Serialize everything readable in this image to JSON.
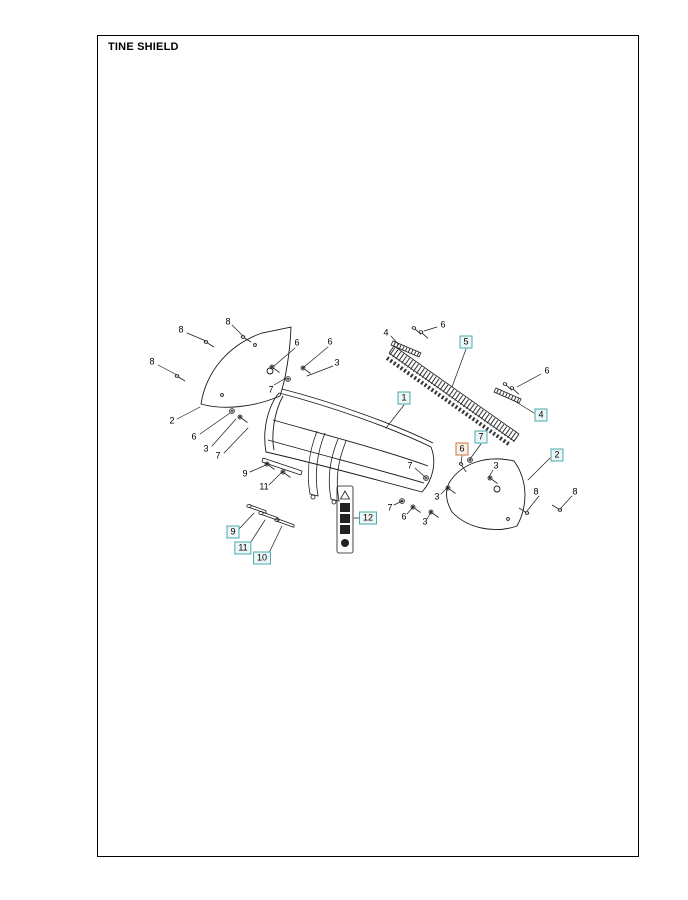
{
  "page": {
    "title": "TINE SHIELD"
  },
  "diagram": {
    "kind": "exploded-parts-diagram",
    "colors": {
      "highlight_teal": "#4aabab",
      "highlight_orange": "#c8763c",
      "line": "#1a1a1a"
    },
    "callouts": [
      {
        "text": "8",
        "style": "plain"
      },
      {
        "text": "8",
        "style": "plain"
      },
      {
        "text": "8",
        "style": "plain"
      },
      {
        "text": "2",
        "style": "plain"
      },
      {
        "text": "6",
        "style": "plain"
      },
      {
        "text": "3",
        "style": "plain"
      },
      {
        "text": "7",
        "style": "plain"
      },
      {
        "text": "6",
        "style": "plain"
      },
      {
        "text": "6",
        "style": "plain"
      },
      {
        "text": "3",
        "style": "plain"
      },
      {
        "text": "7",
        "style": "plain"
      },
      {
        "text": "4",
        "style": "plain"
      },
      {
        "text": "6",
        "style": "plain"
      },
      {
        "text": "5",
        "style": "teal"
      },
      {
        "text": "6",
        "style": "plain"
      },
      {
        "text": "4",
        "style": "teal"
      },
      {
        "text": "1",
        "style": "teal"
      },
      {
        "text": "7",
        "style": "teal"
      },
      {
        "text": "6",
        "style": "orange"
      },
      {
        "text": "3",
        "style": "plain"
      },
      {
        "text": "2",
        "style": "teal"
      },
      {
        "text": "7",
        "style": "plain"
      },
      {
        "text": "3",
        "style": "plain"
      },
      {
        "text": "8",
        "style": "plain"
      },
      {
        "text": "8",
        "style": "plain"
      },
      {
        "text": "7",
        "style": "plain"
      },
      {
        "text": "6",
        "style": "plain"
      },
      {
        "text": "3",
        "style": "plain"
      },
      {
        "text": "12",
        "style": "teal"
      },
      {
        "text": "9",
        "style": "plain"
      },
      {
        "text": "11",
        "style": "plain"
      },
      {
        "text": "9",
        "style": "teal"
      },
      {
        "text": "11",
        "style": "teal"
      },
      {
        "text": "10",
        "style": "teal"
      }
    ]
  }
}
